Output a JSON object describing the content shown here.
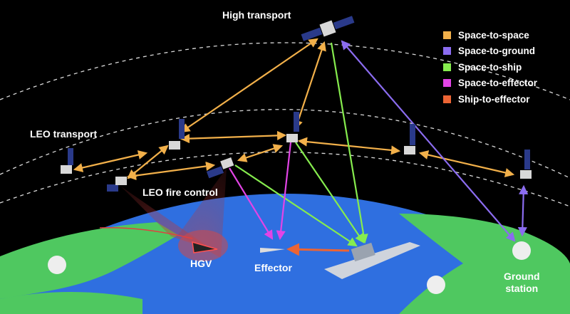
{
  "labels": {
    "high_transport": "High transport",
    "leo_transport": "LEO transport",
    "leo_fire_control": "LEO fire control",
    "hgv": "HGV",
    "effector": "Effector",
    "ground_station_line1": "Ground",
    "ground_station_line2": "station"
  },
  "legend": [
    {
      "label": "Space-to-space",
      "color": "#f2b04a"
    },
    {
      "label": "Space-to-ground",
      "color": "#8b6cf0"
    },
    {
      "label": "Space-to-ship",
      "color": "#86ec4e"
    },
    {
      "label": "Space-to-effector",
      "color": "#e244e6"
    },
    {
      "label": "Ship-to-effector",
      "color": "#ec6434"
    }
  ]
}
